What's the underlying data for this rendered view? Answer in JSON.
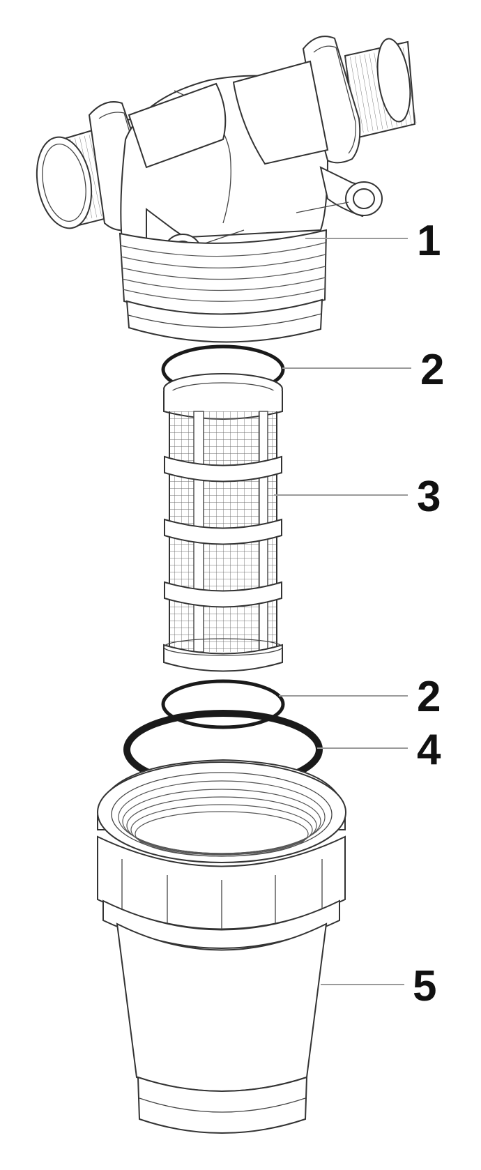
{
  "diagram": {
    "parts": [
      {
        "id": "filter-head",
        "label": "1"
      },
      {
        "id": "upper-o-ring",
        "label": "2"
      },
      {
        "id": "mesh-screen",
        "label": "3"
      },
      {
        "id": "lower-o-ring",
        "label": "2"
      },
      {
        "id": "bowl-o-ring",
        "label": "4"
      },
      {
        "id": "filter-bowl",
        "label": "5"
      }
    ],
    "colors": {
      "ink": "#111111",
      "outline": "#333333",
      "leader": "#9a9a9a",
      "background": "#ffffff"
    }
  }
}
